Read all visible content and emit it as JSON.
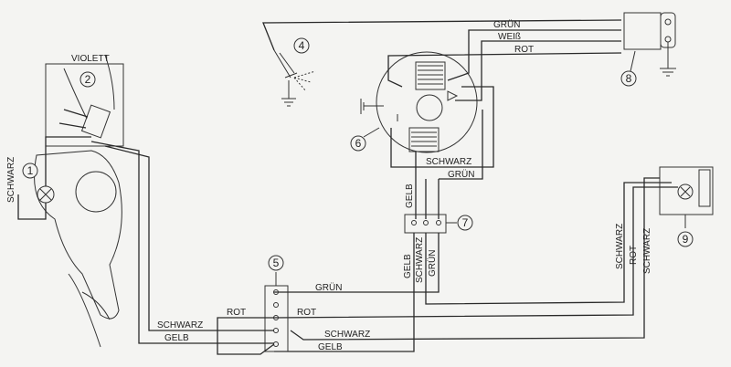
{
  "components": [
    {
      "id": "1",
      "label": "1"
    },
    {
      "id": "2",
      "label": "2"
    },
    {
      "id": "4",
      "label": "4"
    },
    {
      "id": "5",
      "label": "5"
    },
    {
      "id": "6",
      "label": "6"
    },
    {
      "id": "7",
      "label": "7"
    },
    {
      "id": "8",
      "label": "8"
    },
    {
      "id": "9",
      "label": "9"
    }
  ],
  "wire_labels": {
    "violett": "VIOLETT",
    "left_schwarz": "SCHWARZ",
    "top_gruen": "GRÜN",
    "top_weiss": "WEIß",
    "top_rot": "ROT",
    "stator_schwarz": "SCHWARZ",
    "stator_gruen": "GRÜN",
    "stator_gelb": "GELB",
    "c7_gelb": "GELB",
    "c7_schwarz": "SCHWARZ",
    "c7_gruen": "GRÜN",
    "right_schwarz1": "SCHWARZ",
    "right_rot": "ROT",
    "right_schwarz2": "SCHWARZ",
    "c5_gruen": "GRÜN",
    "c5_rot_left": "ROT",
    "c5_rot_right": "ROT",
    "c5_schwarz_left": "SCHWARZ",
    "c5_gelb_left": "GELB",
    "c5_schwarz_right": "SCHWARZ",
    "c5_gelb_right": "GELB"
  }
}
